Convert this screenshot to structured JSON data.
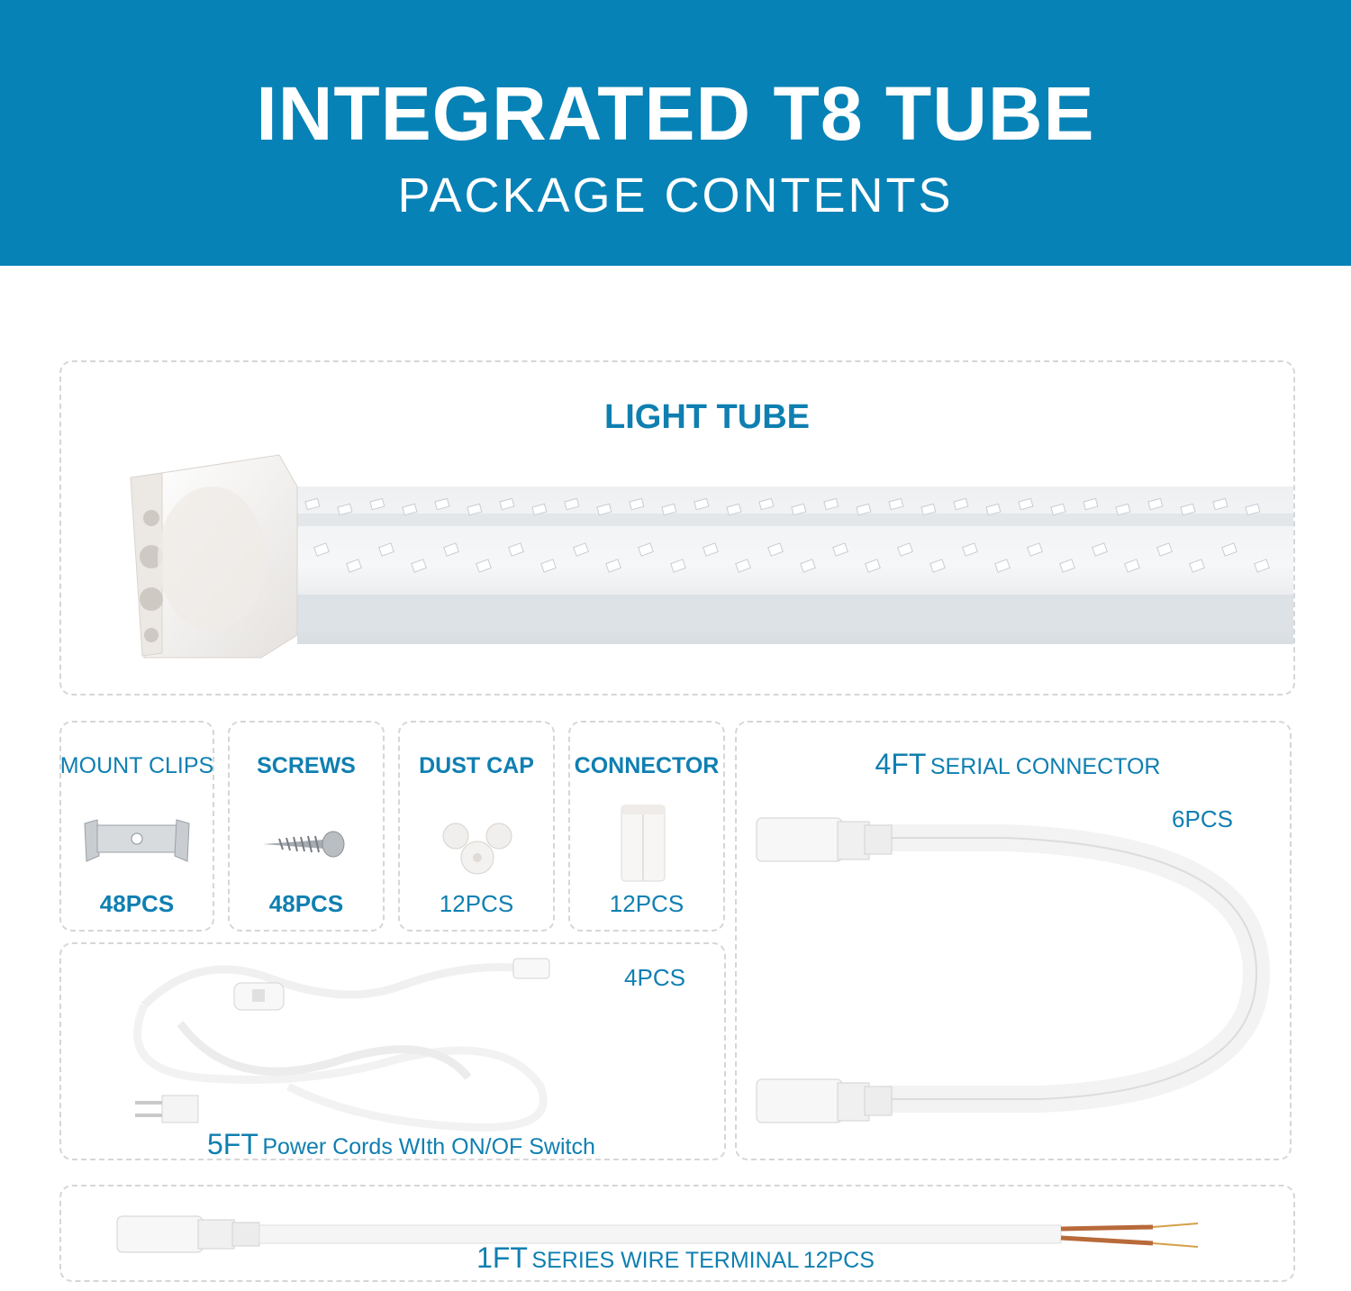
{
  "banner": {
    "title": "INTEGRATED T8 TUBE",
    "subtitle": "PACKAGE CONTENTS"
  },
  "light_tube": {
    "label": "LIGHT TUBE"
  },
  "items": {
    "mount_clips": {
      "label": "MOUNT CLIPS",
      "qty": "48PCS"
    },
    "screws": {
      "label": "SCREWS",
      "qty": "48PCS"
    },
    "dust_cap": {
      "label": "DUST CAP",
      "qty": "12PCS"
    },
    "connector": {
      "label": "CONNECTOR",
      "qty": "12PCS"
    }
  },
  "serial_connector": {
    "size": "4FT",
    "label": "SERIAL CONNECTOR",
    "qty": "6PCS"
  },
  "power_cord": {
    "size": "5FT",
    "label": "Power Cords WIth ON/OF Switch",
    "qty": "4PCS"
  },
  "wire_terminal": {
    "size": "1FT",
    "label": "SERIES WIRE TERMINAL",
    "qty": "12PCS"
  },
  "colors": {
    "banner": "#0782b6",
    "accent_text": "#0f7fb1",
    "border": "#d6d6d6"
  }
}
